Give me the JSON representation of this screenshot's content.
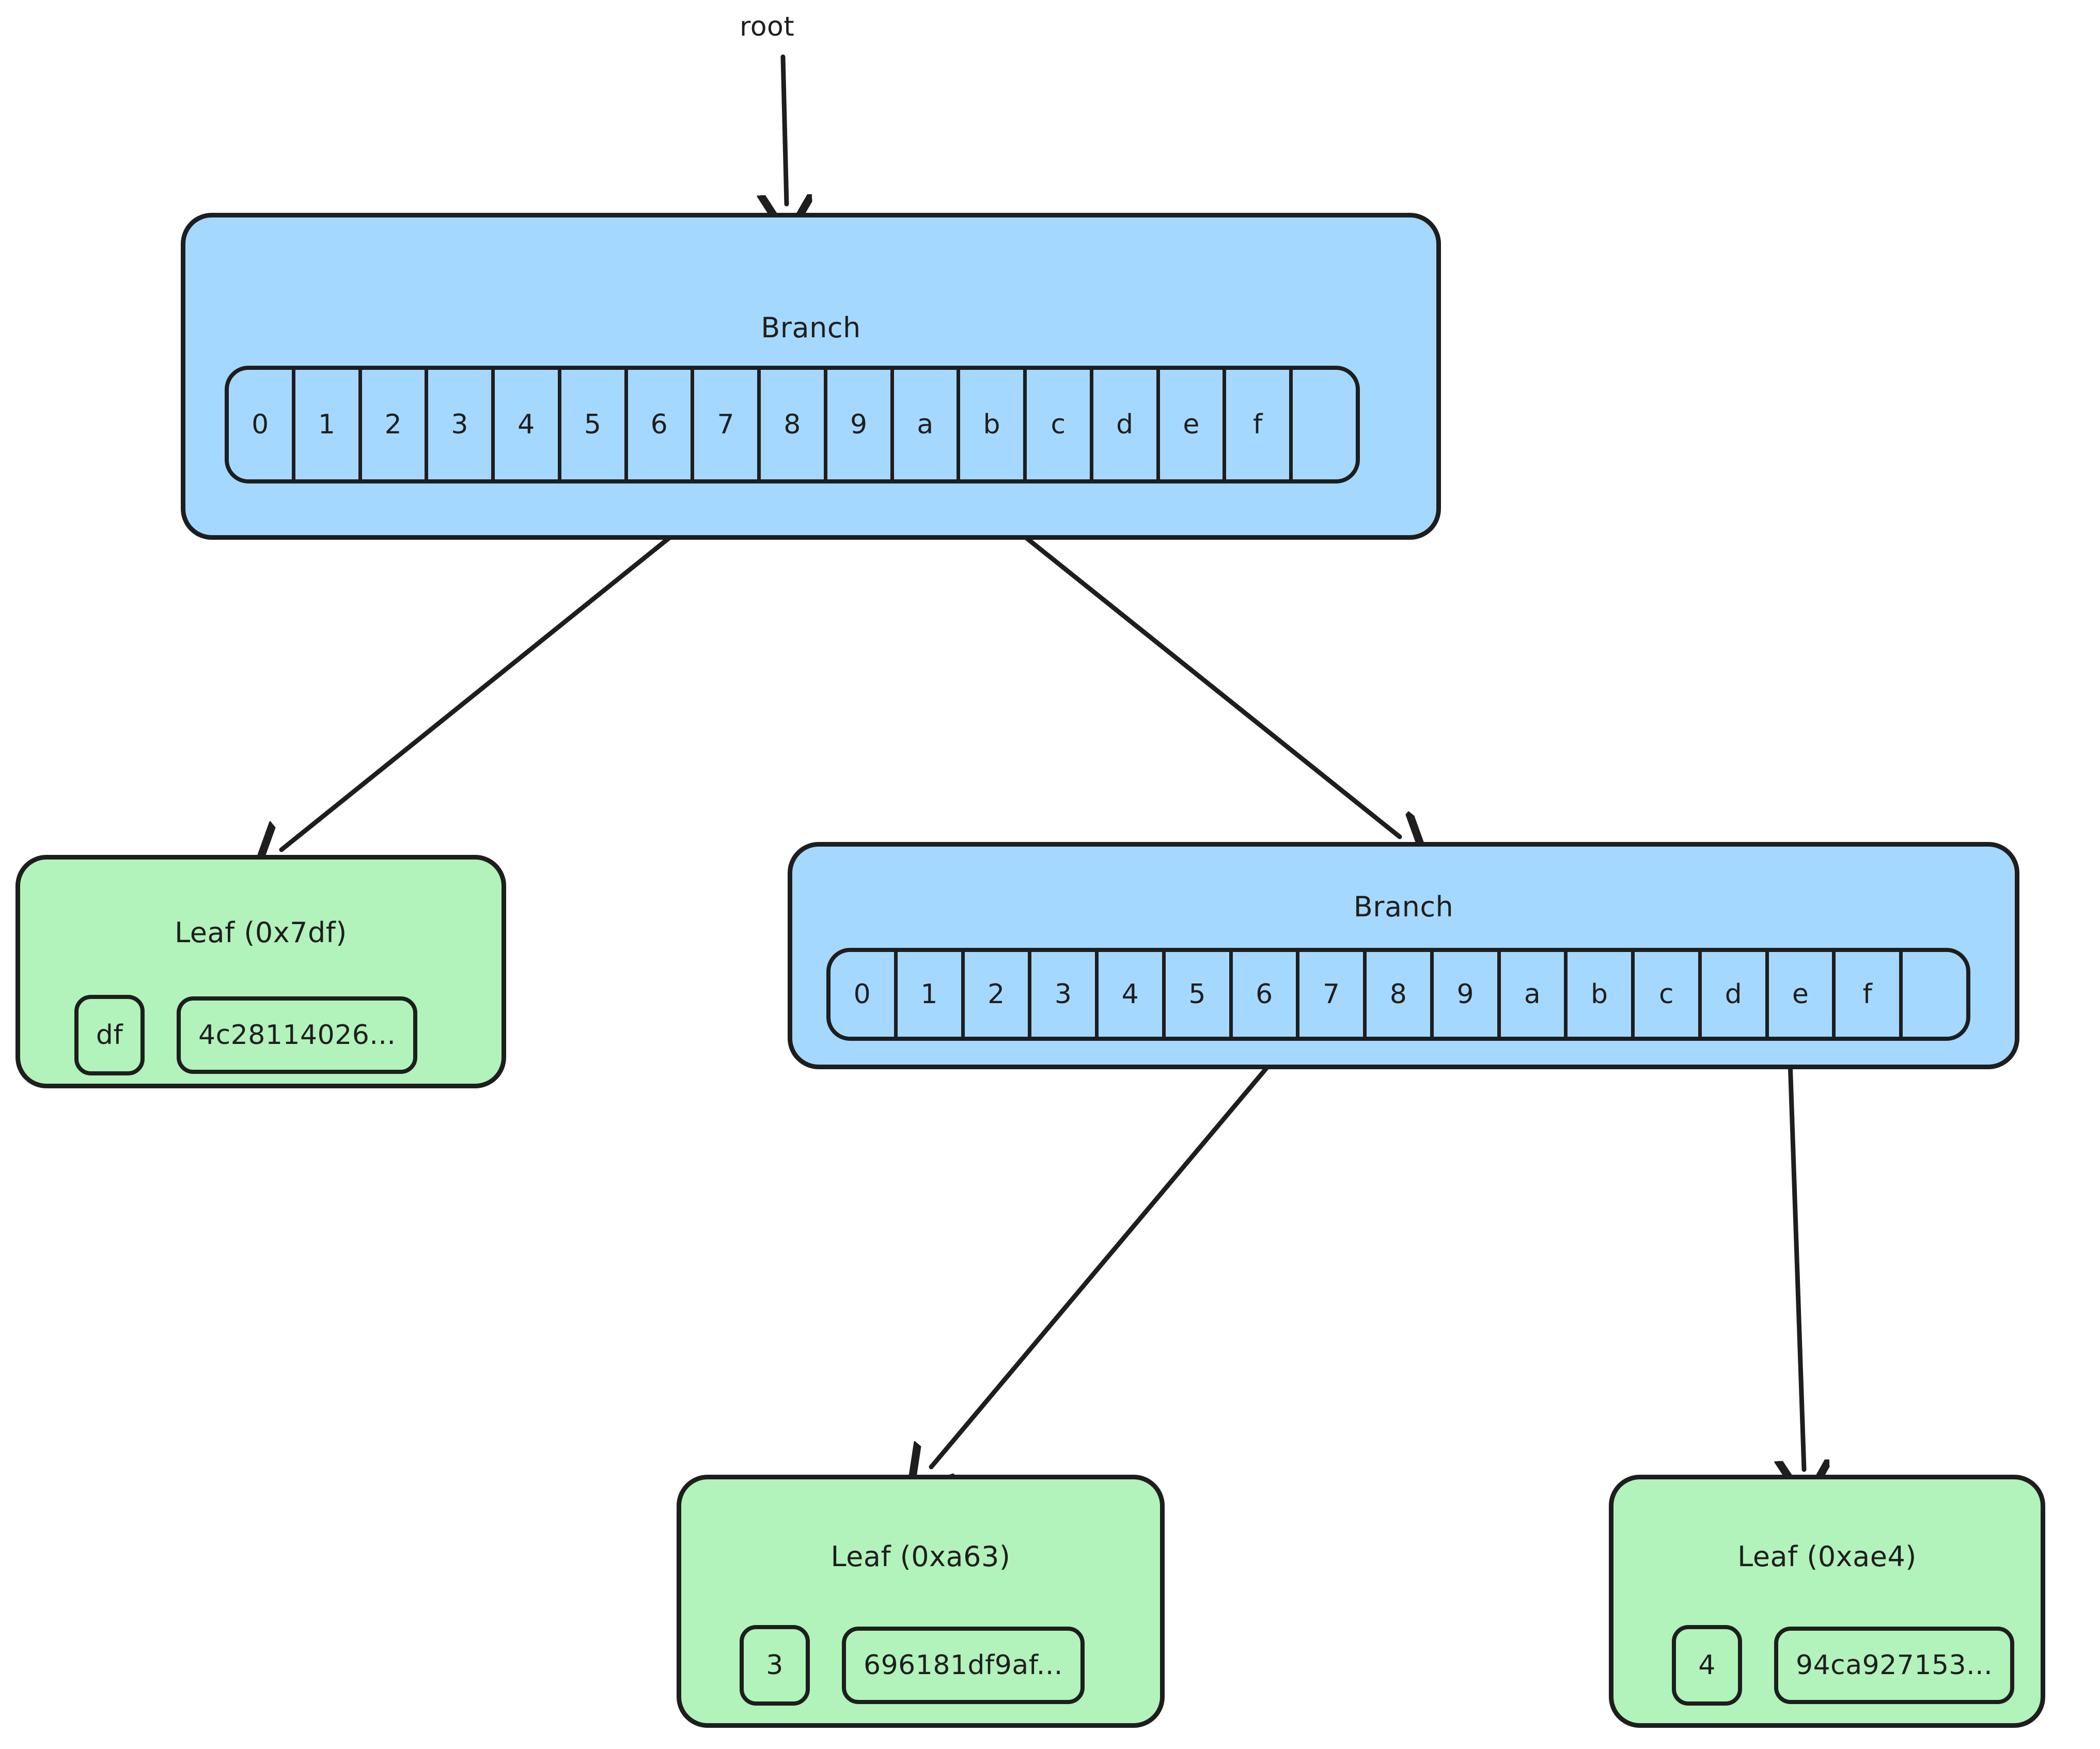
{
  "diagram": {
    "title": "root",
    "root_label": "root",
    "colors": {
      "branch_fill": "#a5d8ff",
      "leaf_fill": "#b2f2bb",
      "stroke": "#1e1e1e",
      "background": "#ffffff"
    }
  },
  "branch_top": {
    "title": "Branch",
    "slots": [
      "0",
      "1",
      "2",
      "3",
      "4",
      "5",
      "6",
      "7",
      "8",
      "9",
      "a",
      "b",
      "c",
      "d",
      "e",
      "f",
      ""
    ]
  },
  "branch_second": {
    "title": "Branch",
    "slots": [
      "0",
      "1",
      "2",
      "3",
      "4",
      "5",
      "6",
      "7",
      "8",
      "9",
      "a",
      "b",
      "c",
      "d",
      "e",
      "f",
      ""
    ]
  },
  "leaf_7df": {
    "title": "Leaf (0x7df)",
    "key": "df",
    "value": "4c28114026..."
  },
  "leaf_a63": {
    "title": "Leaf (0xa63)",
    "key": "3",
    "value": "696181df9af..."
  },
  "leaf_ae4": {
    "title": "Leaf (0xae4)",
    "key": "4",
    "value": "94ca927153..."
  }
}
